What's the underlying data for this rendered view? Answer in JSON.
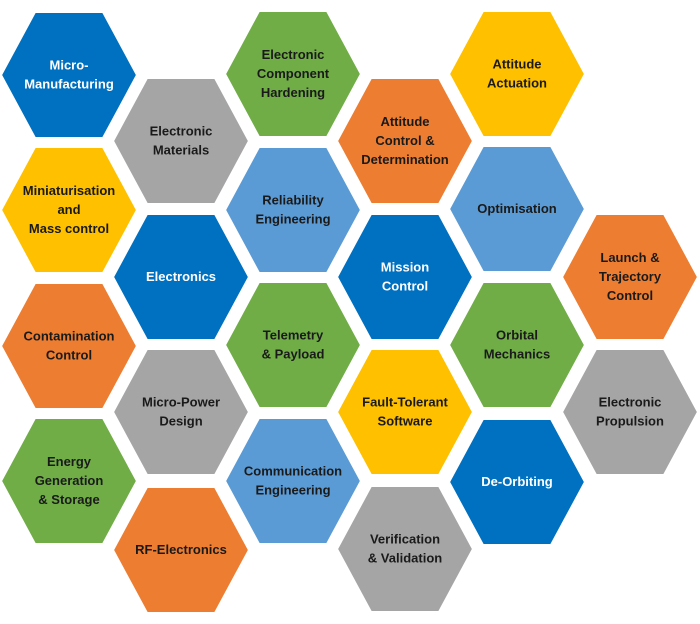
{
  "colors": {
    "blue": "#0070C0",
    "light_blue": "#5B9BD5",
    "orange": "#ED7D31",
    "gray": "#A5A5A5",
    "yellow": "#FFC000",
    "green": "#70AD47",
    "text_dark": "#1a1a1a",
    "text_light": "#ffffff"
  },
  "hexagons": [
    {
      "id": "micro-manufacturing",
      "lines": [
        "Micro-",
        "Manufacturing"
      ],
      "color": "blue"
    },
    {
      "id": "miniaturisation-mass-control",
      "lines": [
        "Miniaturisation",
        "and",
        "Mass control"
      ],
      "color": "yellow"
    },
    {
      "id": "contamination-control",
      "lines": [
        "Contamination",
        "Control"
      ],
      "color": "orange"
    },
    {
      "id": "energy-generation-storage",
      "lines": [
        "Energy",
        "Generation",
        "& Storage"
      ],
      "color": "green"
    },
    {
      "id": "electronic-materials",
      "lines": [
        "Electronic",
        "Materials"
      ],
      "color": "gray"
    },
    {
      "id": "electronics",
      "lines": [
        "Electronics"
      ],
      "color": "blue"
    },
    {
      "id": "micro-power-design",
      "lines": [
        "Micro-Power",
        "Design"
      ],
      "color": "gray"
    },
    {
      "id": "rf-electronics",
      "lines": [
        "RF-Electronics"
      ],
      "color": "orange"
    },
    {
      "id": "electronic-component-hardening",
      "lines": [
        "Electronic",
        "Component",
        "Hardening"
      ],
      "color": "green"
    },
    {
      "id": "reliability-engineering",
      "lines": [
        "Reliability",
        "Engineering"
      ],
      "color": "light_blue"
    },
    {
      "id": "telemetry-payload",
      "lines": [
        "Telemetry",
        "& Payload"
      ],
      "color": "green"
    },
    {
      "id": "communication-engineering",
      "lines": [
        "Communication",
        "Engineering"
      ],
      "color": "light_blue"
    },
    {
      "id": "attitude-control-determination",
      "lines": [
        "Attitude",
        "Control &",
        "Determination"
      ],
      "color": "orange"
    },
    {
      "id": "mission-control",
      "lines": [
        "Mission",
        "Control"
      ],
      "color": "blue"
    },
    {
      "id": "fault-tolerant-software",
      "lines": [
        "Fault-Tolerant",
        "Software"
      ],
      "color": "yellow"
    },
    {
      "id": "verification-validation",
      "lines": [
        "Verification",
        "& Validation"
      ],
      "color": "gray"
    },
    {
      "id": "attitude-actuation",
      "lines": [
        "Attitude",
        "Actuation"
      ],
      "color": "yellow"
    },
    {
      "id": "optimisation",
      "lines": [
        "Optimisation"
      ],
      "color": "light_blue"
    },
    {
      "id": "orbital-mechanics",
      "lines": [
        "Orbital",
        "Mechanics"
      ],
      "color": "green"
    },
    {
      "id": "de-orbiting",
      "lines": [
        "De-Orbiting"
      ],
      "color": "blue"
    },
    {
      "id": "launch-trajectory-control",
      "lines": [
        "Launch &",
        "Trajectory",
        "Control"
      ],
      "color": "orange"
    },
    {
      "id": "electronic-propulsion",
      "lines": [
        "Electronic",
        "Propulsion"
      ],
      "color": "gray"
    }
  ]
}
